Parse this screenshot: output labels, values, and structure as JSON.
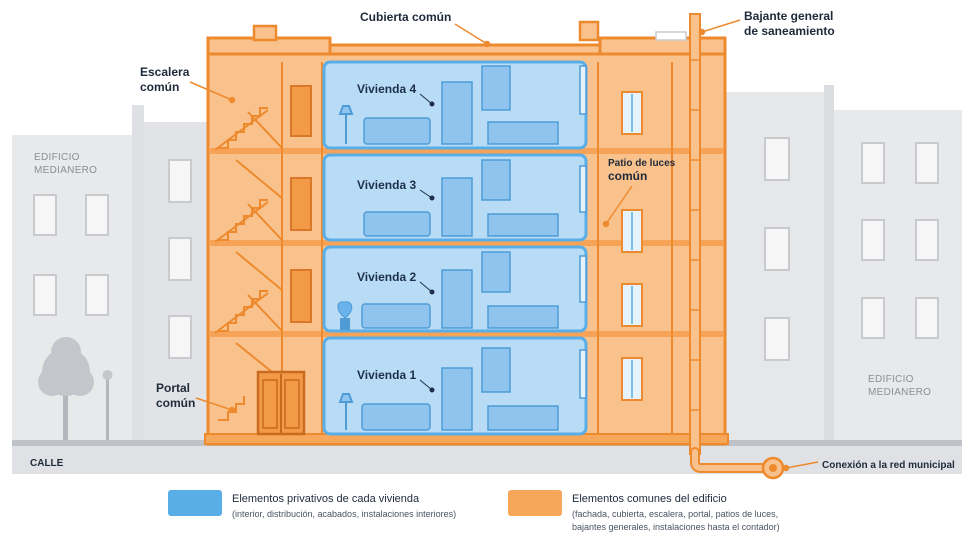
{
  "labels": {
    "cubierta": "Cubierta común",
    "bajante": [
      "Bajante general",
      "de saneamiento"
    ],
    "escalera": [
      "Escalera",
      "común"
    ],
    "patio": [
      "Patio de luces",
      "común"
    ],
    "portal": [
      "Portal",
      "común"
    ],
    "calle": "CALLE",
    "conexion": "Conexión a la red municipal",
    "edificio_izq": [
      "EDIFICIO",
      "MEDIANERO"
    ],
    "edificio_der": [
      "EDIFICIO",
      "MEDIANERO"
    ]
  },
  "viviendas": [
    "Vivienda 4",
    "Vivienda 3",
    "Vivienda 2",
    "Vivienda 1"
  ],
  "legend": {
    "privativos": {
      "title": "Elementos privativos de cada vivienda",
      "subtitle": "(interior, distribución, acabados, instalaciones interiores)",
      "color": "#5aaee8"
    },
    "comunes": {
      "title": "Elementos comunes del edificio",
      "subtitle1": "(fachada, cubierta, escalera, portal, patios de luces,",
      "subtitle2": "bajantes generales, instalaciones hasta el contador)",
      "color": "#f7a75a"
    }
  },
  "colors": {
    "orange_fill": "#f9c28c",
    "orange_stroke": "#ee8a2e",
    "blue_fill": "#b9dcf6",
    "blue_stroke": "#5aaee8",
    "gray_building": "#e7e8ea",
    "gray_line": "#c9cbcf"
  }
}
